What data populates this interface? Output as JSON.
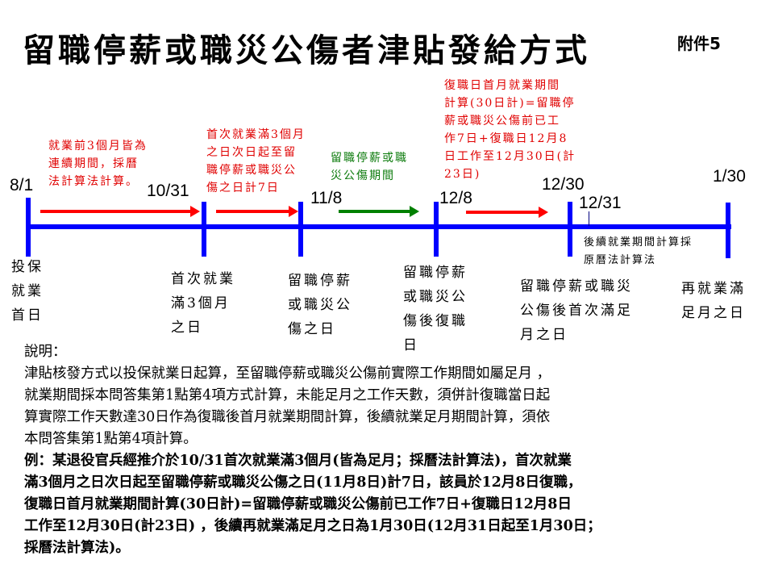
{
  "title": "留職停薪或職災公傷者津貼發給方式",
  "attachment": "附件5",
  "dates": {
    "d1": "8/1",
    "d2": "10/31",
    "d3": "11/8",
    "d4": "12/8",
    "d5": "12/30",
    "d6": "12/31",
    "d7": "1/30"
  },
  "annotations": {
    "a1": [
      "就業前3個月皆為",
      "連續期間，採曆",
      "法計算法計算。"
    ],
    "a2": [
      "首次就業滿3個月",
      "之日次日起至留",
      "職停薪或職災公",
      "傷之日計7日"
    ],
    "a3": [
      "留職停薪或職",
      "災公傷期間"
    ],
    "a4": [
      "復職日首月就業期間",
      "計算(30日計)=留職停",
      "薪或職災公傷前已工",
      "作7日+復職日12月8",
      "日工作至12月30日(計",
      "23日)"
    ],
    "a5": [
      "後續就業期間計算採",
      "原曆法計算法"
    ]
  },
  "milestones": [
    "投保就業首日",
    "首次就業滿3個月之日",
    "留職停薪或職災公傷之日",
    "留職停薪或職災公傷後復職日",
    "留職停薪或職災公傷後首次滿足月之日",
    "再就業滿足月之日"
  ],
  "explanation": {
    "heading": "說明：",
    "body": [
      "津貼核發方式以投保就業日起算，至留職停薪或職災公傷前實際工作期間如屬足月 ，",
      "就業期間採本問答集第1點第4項方式計算，未能足月之工作天數，須併計復職當日起",
      "算實際工作天數達30日作為復職後首月就業期間計算，後續就業足月期間計算，須依",
      "本問答集第1點第4項計算。"
    ],
    "example": [
      "例：某退役官兵經推介於10/31首次就業滿3個月(皆為足月；採曆法計算法)，首次就業",
      "滿3個月之日次日起至留職停薪或職災公傷之日(11月8日)計7日，該員於12月8日復職，",
      "復職日首月就業期間計算(30日計)=留職停薪或職災公傷前已工作7日+復職日12月8日",
      "工作至12月30日(計23日) ，後續再就業滿足月之日為1月30日(12月31日起至1月30日；",
      "採曆法計算法)。"
    ]
  },
  "colors": {
    "timeline": "#0000ff",
    "red": "#ff0000",
    "green": "#008000"
  }
}
